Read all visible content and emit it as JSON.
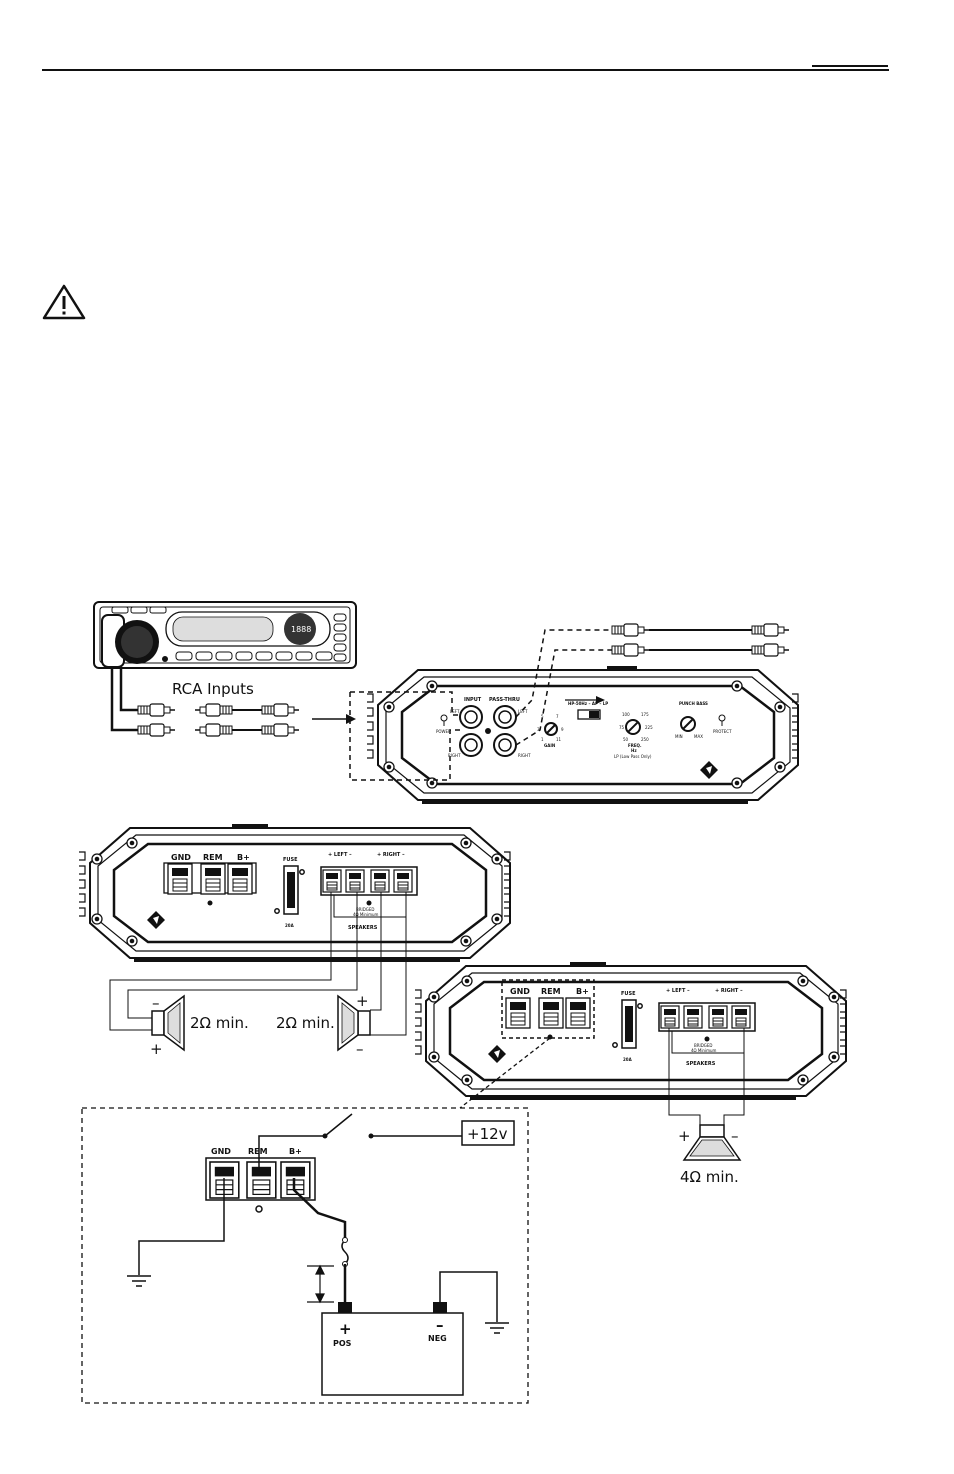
{
  "source_unit": {
    "rca_label": "RCA Inputs"
  },
  "amp_panel": {
    "input": "INPUT",
    "pass_thru": "PASS-THRU",
    "left": "LEFT",
    "right": "RIGHT",
    "power": "POWER",
    "gain": "GAIN",
    "mode_switch": "HP-50Hz – AP – LP",
    "freq": "FREQ.",
    "hz": "Hz",
    "lp_note": "LP (Low Pass Only)",
    "punch_bass": "PUNCH BASS",
    "min": "MIN",
    "max": "MAX",
    "protect": "PROTECT",
    "gain_ticks": [
      "5",
      "7",
      "3",
      "9",
      "1",
      "11"
    ],
    "freq_ticks": [
      "100",
      "175",
      "75",
      "225",
      "50",
      "250"
    ]
  },
  "amp_terminals": {
    "gnd": "GND",
    "rem": "REM",
    "bplus": "B+",
    "fuse": "FUSE",
    "fuse_rating": "20A",
    "left_label": "+  LEFT  –",
    "right_label": "+  RIGHT  –",
    "bridged": "BRIDGED",
    "bridged_min": "4Ω Minimum",
    "speakers": "SPEAKERS"
  },
  "speakers": {
    "left_rating": "2Ω min.",
    "right_rating": "2Ω min.",
    "bridged_rating": "4Ω min.",
    "plus": "+",
    "minus": "–"
  },
  "power_detail": {
    "gnd": "GND",
    "rem": "REM",
    "bplus": "B+",
    "switch_label": "+12v",
    "pos": "POS",
    "neg": "NEG",
    "plus": "+",
    "minus": "–"
  }
}
